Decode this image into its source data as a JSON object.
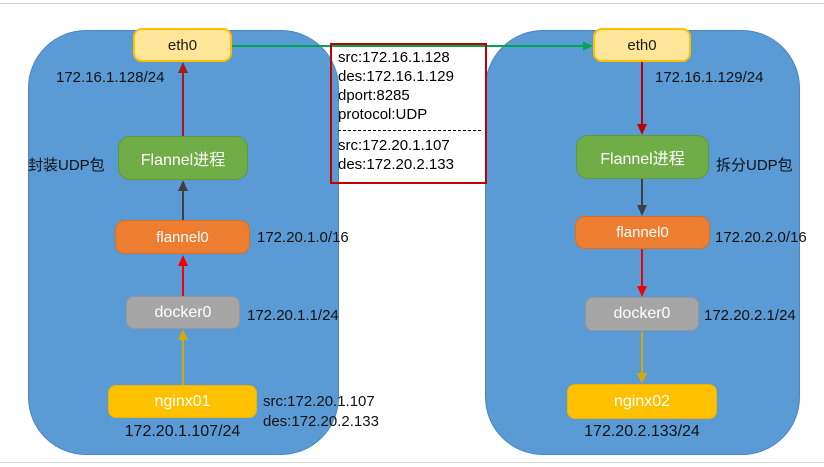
{
  "diagram": {
    "packet_box": {
      "outer_lines": [
        "src:172.16.1.128",
        "des:172.16.1.129",
        "dport:8285",
        "protocol:UDP"
      ],
      "inner_lines": [
        "src:172.20.1.107",
        "des:172.20.2.133"
      ]
    },
    "host_left": {
      "eth0": "eth0",
      "eth0_ip": "172.16.1.128/24",
      "action": "封装UDP包",
      "flannel_process": "Flannel进程",
      "flannel0": "flannel0",
      "flannel0_ip": "172.20.1.0/16",
      "docker0": "docker0",
      "docker0_ip": "172.20.1.1/24",
      "nginx": "nginx01",
      "nginx_ip": "172.20.1.107/24",
      "pod_packet": [
        "src:172.20.1.107",
        "des:172.20.2.133"
      ]
    },
    "host_right": {
      "eth0": "eth0",
      "eth0_ip": "172.16.1.129/24",
      "action": "拆分UDP包",
      "flannel_process": "Flannel进程",
      "flannel0": "flannel0",
      "flannel0_ip": "172.20.2.0/16",
      "docker0": "docker0",
      "docker0_ip": "172.20.2.1/24",
      "nginx": "nginx02",
      "nginx_ip": "172.20.2.133/24"
    },
    "colors": {
      "host_fill": "#5B9BD5",
      "eth_fill": "#FFE699",
      "eth_border": "#FFC000",
      "process_fill": "#70AD47",
      "flannel0_fill": "#ED7D31",
      "docker0_fill": "#A6A6A6",
      "nginx_fill": "#FFC000",
      "packet_box_border": "#C00000",
      "arrow_green": "#00A550",
      "arrow_dark_red": "#A61C1C",
      "arrow_red": "#F40000",
      "arrow_black": "#404040",
      "arrow_yellow": "#D9A800"
    }
  }
}
